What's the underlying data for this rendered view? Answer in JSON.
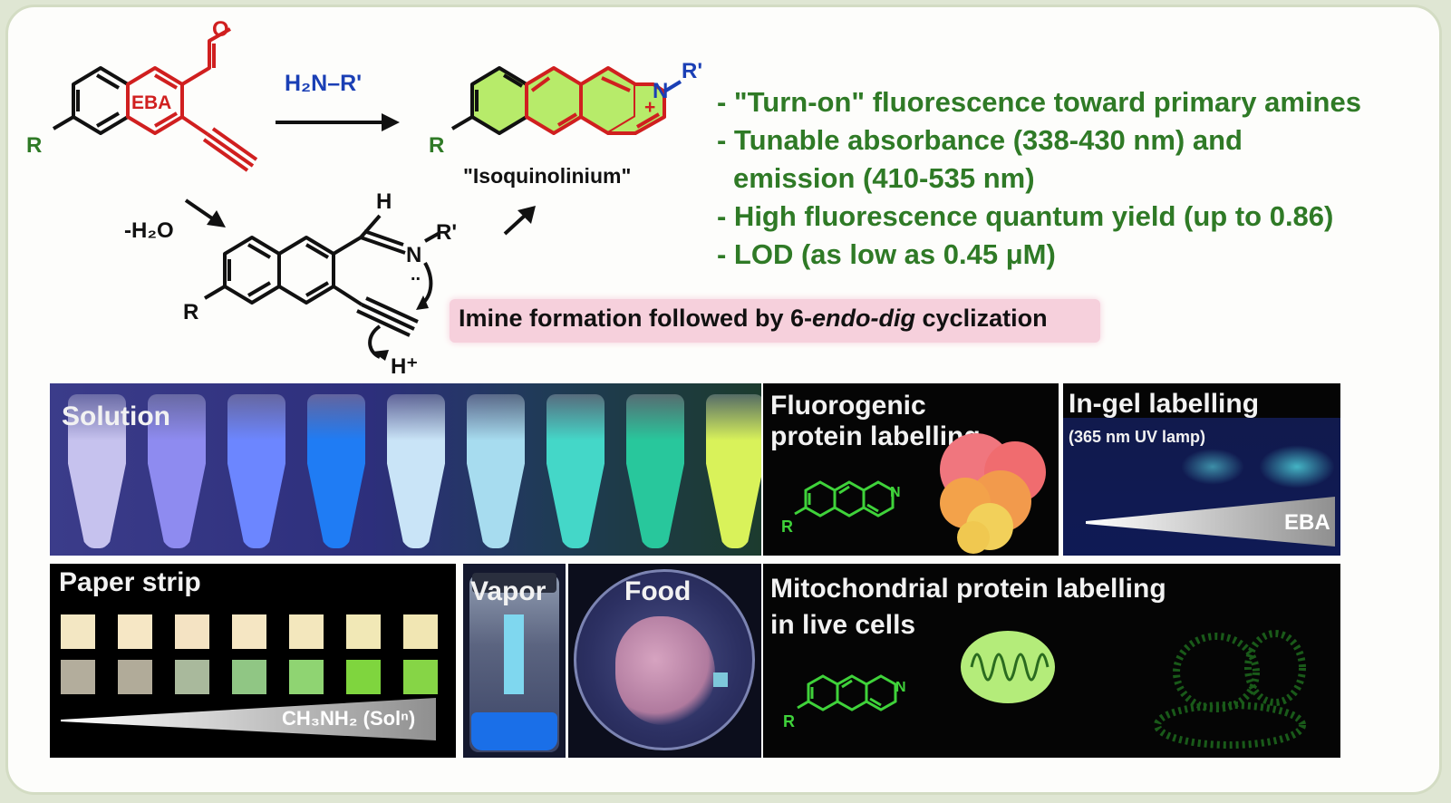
{
  "reagent": "H₂N–R'",
  "starting_material_label": "EBA",
  "product_label": "\"Isoquinolinium\"",
  "water_loss": "-H₂O",
  "atoms": {
    "R": "R",
    "O": "O",
    "N": "N",
    "H": "H",
    "Hplus": "H⁺",
    "Rprime": "R'",
    "plus": "+"
  },
  "bullets": [
    "- \"Turn-on\" fluorescence toward primary amines",
    "- Tunable absorbance (338-430 nm) and",
    "emission (410-535 nm)",
    "- High fluorescence quantum yield (up to 0.86)",
    "- LOD (as low as 0.45 μM)"
  ],
  "mechanism_note": {
    "prefix": "Imine formation followed by 6-",
    "italic": "endo-dig",
    "suffix": " cyclization"
  },
  "panels": {
    "solution": {
      "title": "Solution"
    },
    "protein": {
      "title_line1": "Fluorogenic",
      "title_line2": "protein labelling"
    },
    "ingel": {
      "title": "In-gel labelling",
      "subtitle": "(365 nm UV lamp)",
      "gradient_label": "EBA"
    },
    "paper": {
      "title": "Paper strip",
      "gradient_label": "CH₃NH₂ (Solⁿ)"
    },
    "vapor": {
      "title": "Vapor"
    },
    "food": {
      "title": "Food"
    },
    "mito": {
      "title_line1": "Mitochondrial protein labelling",
      "title_line2": "in live cells"
    }
  },
  "colors": {
    "bullet_green": "#2f7a26",
    "ring_red": "#d01f1f",
    "reagent_blue": "#1a3fb5",
    "fluor_green": "#3fd23a",
    "highlight_pink": "#f6d0dc"
  },
  "tube_colors": [
    "#c6c2ee",
    "#8e8bf0",
    "#6c86ff",
    "#1f7cf4",
    "#c9e4f7",
    "#a7dcef",
    "#44d7c8",
    "#28c79c",
    "#d9f25a"
  ],
  "paper_top_colors": [
    "#f3e7c3",
    "#f6e7c5",
    "#f4e3c3",
    "#f5e6c3",
    "#f3e7bd",
    "#f1e8b6",
    "#f1e6b3"
  ],
  "paper_bottom_colors": [
    "#b3ad9c",
    "#b1ab99",
    "#a9b99c",
    "#90c684",
    "#8fd472",
    "#7fd53e",
    "#86d546"
  ]
}
